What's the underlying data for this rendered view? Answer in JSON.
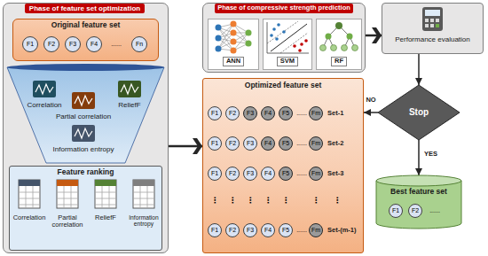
{
  "diagram": {
    "nodes": [
      {
        "text": [
          "Phase of feature set optimization"
        ]
      },
      {
        "text": [
          "Original feature set",
          "......"
        ],
        "in": 0
      },
      {
        "text": [
          "F1"
        ],
        "in": 1
      },
      {
        "text": [
          "F2"
        ],
        "in": 1
      },
      {
        "text": [
          "F3"
        ],
        "in": 1
      },
      {
        "text": [
          "F4"
        ],
        "in": 1
      },
      {
        "text": [
          "Fn"
        ],
        "in": 1
      },
      {
        "text": [
          "Correlation",
          "Partial correlation",
          "ReliefF",
          "Information entropy"
        ],
        "in": 0
      },
      {
        "text": [
          "Feature ranking",
          "Correlation",
          "Partial correlation",
          "ReliefF",
          "Information entropy"
        ],
        "in": 0
      },
      {
        "text": [
          "Phase of compressive strength prediction"
        ]
      },
      {
        "text": [
          "ANN"
        ],
        "in": 9
      },
      {
        "text": [
          "SVM"
        ],
        "in": 9
      },
      {
        "text": [
          "RF"
        ],
        "in": 9
      },
      {
        "text": [
          "Performance evaluation"
        ]
      },
      {
        "text": [
          "Optimized feature set",
          "Set-1",
          "......",
          "Set-2",
          "......",
          "Set-3",
          "......",
          "⋮",
          "⋮",
          "⋮",
          "⋮",
          "⋮",
          "⋮",
          "⋮",
          "Set-(m-1)",
          "......"
        ]
      },
      {
        "text": [
          "F1"
        ],
        "in": 14
      },
      {
        "text": [
          "F2"
        ],
        "in": 14
      },
      {
        "text": [
          "F3"
        ],
        "in": 14
      },
      {
        "text": [
          "F4"
        ],
        "in": 14
      },
      {
        "text": [
          "F5"
        ],
        "in": 14
      },
      {
        "text": [
          "Fm"
        ],
        "in": 14
      },
      {
        "text": [
          "F1"
        ],
        "in": 14
      },
      {
        "text": [
          "F2"
        ],
        "in": 14
      },
      {
        "text": [
          "F3"
        ],
        "in": 14
      },
      {
        "text": [
          "F4"
        ],
        "in": 14
      },
      {
        "text": [
          "F5"
        ],
        "in": 14
      },
      {
        "text": [
          "Fm"
        ],
        "in": 14
      },
      {
        "text": [
          "F1"
        ],
        "in": 14
      },
      {
        "text": [
          "F2"
        ],
        "in": 14
      },
      {
        "text": [
          "F3"
        ],
        "in": 14
      },
      {
        "text": [
          "F4"
        ],
        "in": 14
      },
      {
        "text": [
          "F5"
        ],
        "in": 14
      },
      {
        "text": [
          "Fm"
        ],
        "in": 14
      },
      {
        "text": [
          "F1"
        ],
        "in": 14
      },
      {
        "text": [
          "F2"
        ],
        "in": 14
      },
      {
        "text": [
          "F3"
        ],
        "in": 14
      },
      {
        "text": [
          "F4"
        ],
        "in": 14
      },
      {
        "text": [
          "F5"
        ],
        "in": 14
      },
      {
        "text": [
          "Fm"
        ],
        "in": 14
      },
      {
        "text": [
          "Stop"
        ]
      },
      {
        "text": [
          "Best feature set",
          "......"
        ]
      },
      {
        "text": [
          "F1"
        ],
        "in": 40
      },
      {
        "text": [
          "F2"
        ],
        "in": 40
      }
    ],
    "edges": [
      {
        "from": 0,
        "to": 14,
        "arrow": "to"
      },
      {
        "from": 9,
        "to": 13,
        "arrow": "to"
      },
      {
        "from": 13,
        "to": 39,
        "arrow": "to"
      },
      {
        "from": 39,
        "to": 14,
        "label": "NO",
        "arrow": "to"
      },
      {
        "from": 39,
        "to": 40,
        "label": "YES",
        "arrow": "to"
      }
    ]
  }
}
